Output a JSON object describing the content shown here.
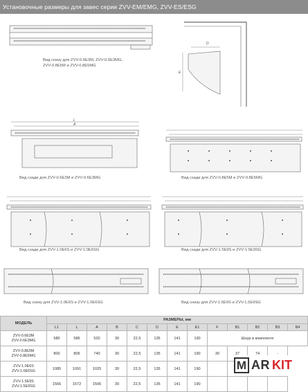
{
  "header": {
    "title": "Установочные размеры для завес серии ZVV-EM/EMG, ZVV-ES/ESG"
  },
  "captions": {
    "bottom_view_small": [
      "Вид снизу для ZVV-0.6E3M, ZVV-0.6E3MG,",
      "ZVV-0.8E5M и ZVV-0.8E5MG"
    ],
    "rear_06": "Вид сзади для ZVV-0.6E3M и ZVV-0.6E3MG",
    "rear_08": "Вид сзади для ZVV-0.8E5M и ZVV-0.8E5MG",
    "rear_10": "Вид сзади для ZVV-1.0E6S и ZVV-1.0E6SG",
    "rear_15": "Вид сзади для ZVV-1.5E9S и ZVV-1.5E9SG",
    "bottom_10": "Вид снизу для ZVV-1.0E6S и ZVV-1.0E6SG",
    "bottom_15": "Вид снизу для ZVV-1.5E9S и ZVV-1.5E9SG"
  },
  "dimension_letters": {
    "L1": "L1",
    "L": "L",
    "A": "A",
    "B": "B",
    "C": "C",
    "D": "D",
    "E": "E",
    "E1": "E1",
    "F": "F"
  },
  "table": {
    "model_header": "МОДЕЛЬ",
    "group_header": "РАЗМЕРЫ, мм",
    "columns": [
      "L1",
      "L",
      "A",
      "B",
      "C",
      "D",
      "E",
      "E1",
      "F",
      "B1",
      "B2",
      "B3",
      "B4"
    ],
    "rows": [
      {
        "model": [
          "ZVV-0.6E3M",
          "ZVV-0.6E3MG"
        ],
        "values": [
          "580",
          "586",
          "520",
          "30",
          "22,5",
          "135",
          "141",
          "190"
        ],
        "note": "Шнур в комплекте"
      },
      {
        "model": [
          "ZVV-0.8E5M",
          "ZVV-0.8E5MG"
        ],
        "values": [
          "800",
          "806",
          "740",
          "30",
          "22,5",
          "135",
          "141",
          "190",
          "30",
          "37",
          "74",
          "-"
        ]
      },
      {
        "model": [
          "ZVV-1.0E6S",
          "ZVV-1.0E6SG"
        ],
        "values": [
          "1085",
          "1091",
          "1025",
          "30",
          "22,5",
          "135",
          "141",
          "190",
          "",
          "",
          "",
          ""
        ]
      },
      {
        "model": [
          "ZVV-1.5E9S",
          "ZVV-1.5E9SG"
        ],
        "values": [
          "1566",
          "1572",
          "1506",
          "30",
          "22,5",
          "135",
          "141",
          "190",
          "",
          "",
          "",
          ""
        ]
      }
    ]
  },
  "logo": {
    "m": "M",
    "ar": "AR",
    "it": "KIT"
  }
}
